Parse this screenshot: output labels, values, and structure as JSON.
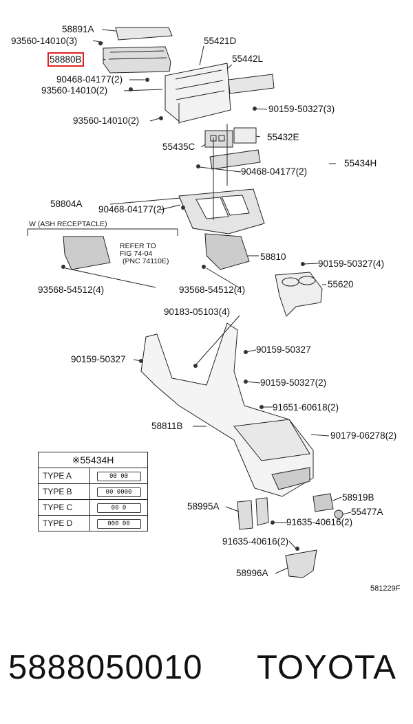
{
  "labels": {
    "l58891A": "58891A",
    "l93560_3": "93560-14010(3)",
    "l58880B": "58880B",
    "l55421D": "55421D",
    "l55442L": "55442L",
    "l90468_2a": "90468-04177(2)",
    "l93560_2a": "93560-14010(2)",
    "l93560_2b": "93560-14010(2)",
    "l90159_3": "90159-50327(3)",
    "l55432E": "55432E",
    "l55435C": "55435C",
    "l55434H": "55434H",
    "l90468_2b": "90468-04177(2)",
    "l58804A": "58804A",
    "l90468_2c": "90468-04177(2)",
    "lAsh": "W (ASH RECEPTACLE)",
    "lRefer1": "REFER TO",
    "lRefer2": "FIG 74-04",
    "lRefer3": "(PNC 74110E)",
    "l58810": "58810",
    "l90159_4": "90159-50327(4)",
    "l93568_4a": "93568-54512(4)",
    "l93568_4b": "93568-54512(4)",
    "l55620": "55620",
    "l90183_4": "90183-05103(4)",
    "l90159_a": "90159-50327",
    "l90159_b": "90159-50327",
    "l90159_2": "90159-50327(2)",
    "l91651_2": "91651-60618(2)",
    "l58811B": "58811B",
    "l90179_2": "90179-06278(2)",
    "l58919B": "58919B",
    "l58995A": "58995A",
    "l55477A": "55477A",
    "l91635_2a": "91635-40616(2)",
    "l91635_2b": "91635-40616(2)",
    "l58996A": "58996A"
  },
  "legend": {
    "header": "※55434H",
    "rows": [
      {
        "type": "TYPE A",
        "switch": "00 00"
      },
      {
        "type": "TYPE B",
        "switch": "00 0000"
      },
      {
        "type": "TYPE C",
        "switch": "00  0"
      },
      {
        "type": "TYPE D",
        "switch": "000 00"
      }
    ]
  },
  "diagram_code": "581229F",
  "footer": {
    "part_number": "5888050010",
    "brand": "TOYOTA"
  },
  "colors": {
    "highlight": "#e02020",
    "line": "#222222"
  }
}
